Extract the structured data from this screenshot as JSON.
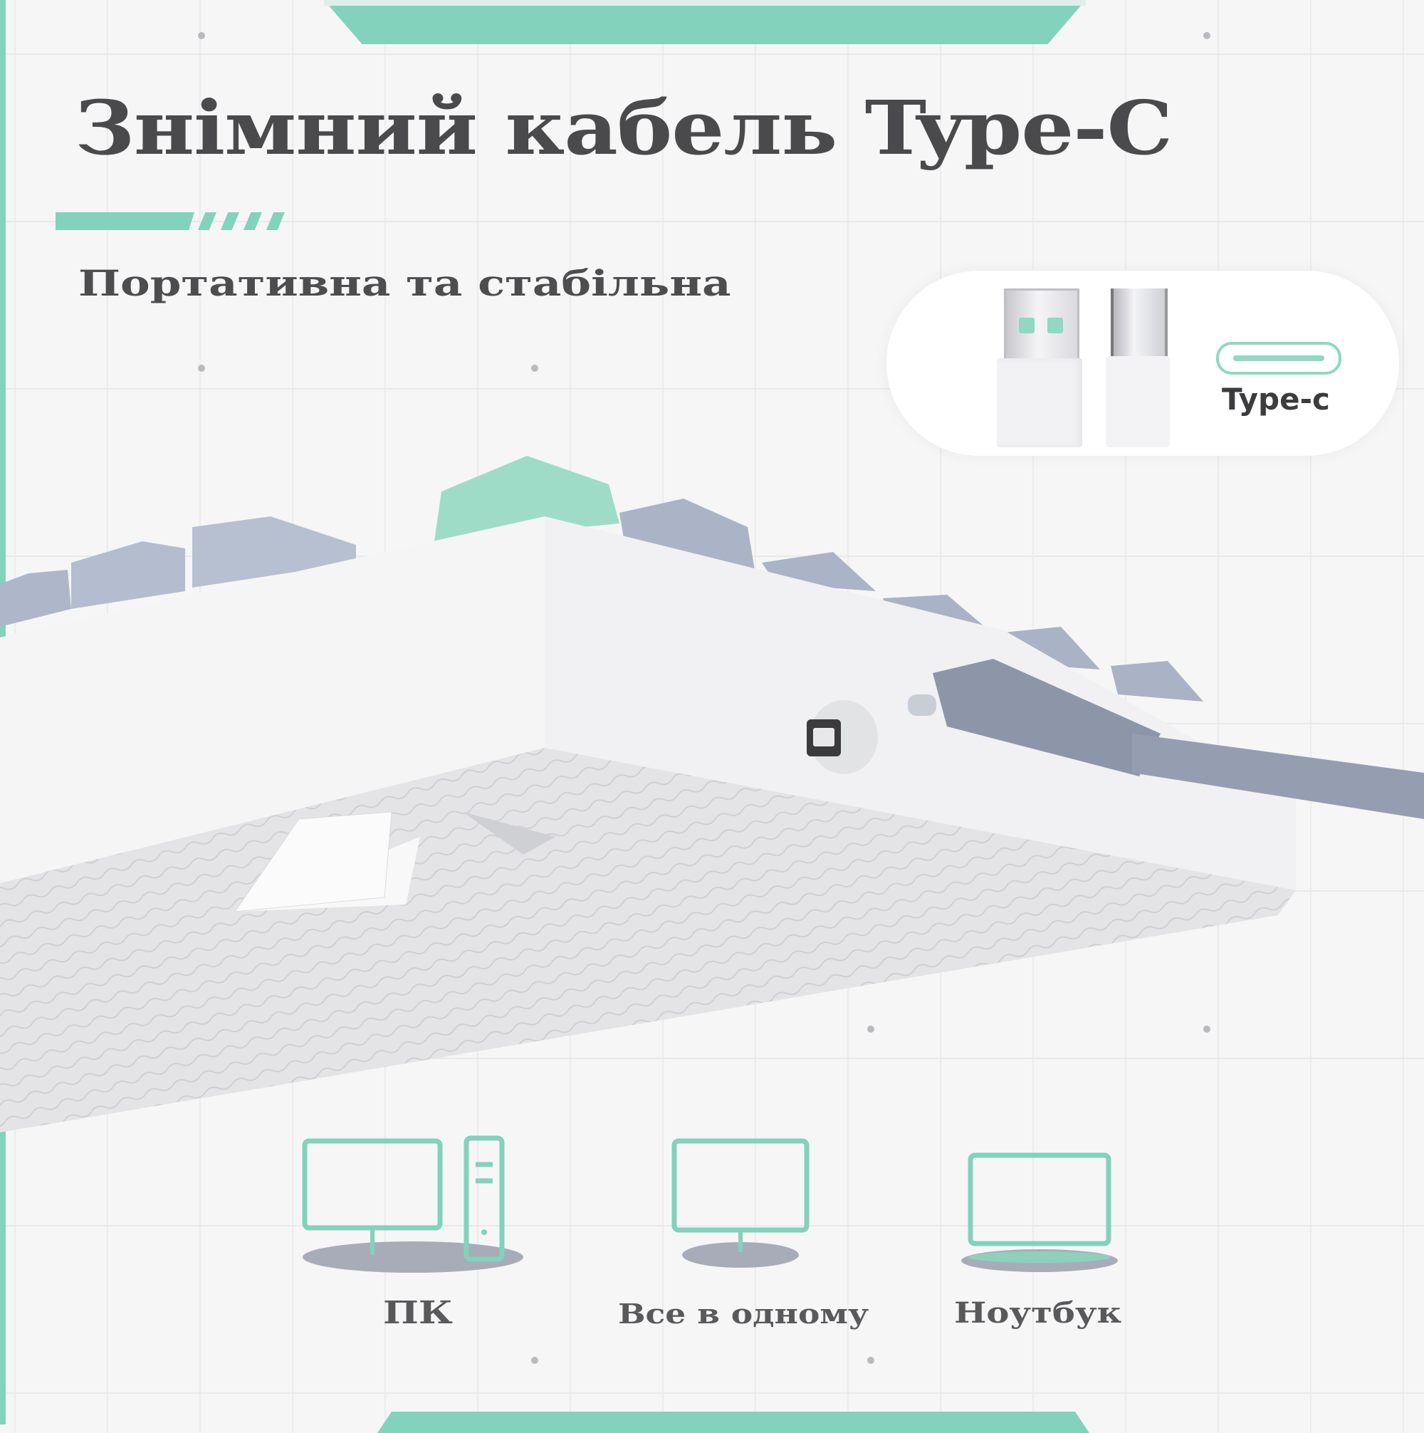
{
  "header": {
    "title": "Знімний кабель Type-C",
    "subtitle": "Портативна та  стабільна"
  },
  "connector_card": {
    "port_label": "Type-c",
    "icons": [
      "usb-a-plug-icon",
      "usb-c-plug-icon",
      "usb-c-port-icon"
    ]
  },
  "product_image": {
    "subject": "keyboard-underside-with-usb-c-cable",
    "keycap_colors": [
      "#a9b4c6",
      "#9fdcc8"
    ],
    "cable_color": "#8d96a9"
  },
  "devices": [
    {
      "label": "ПК",
      "icon": "desktop-pc-icon"
    },
    {
      "label": "Все в одному",
      "icon": "all-in-one-monitor-icon"
    },
    {
      "label": "Ноутбук",
      "icon": "laptop-icon"
    }
  ],
  "colors": {
    "accent": "#82d2bc",
    "text": "#4a4a4c",
    "background": "#f6f6f7",
    "shadow": "#a8acb8"
  }
}
